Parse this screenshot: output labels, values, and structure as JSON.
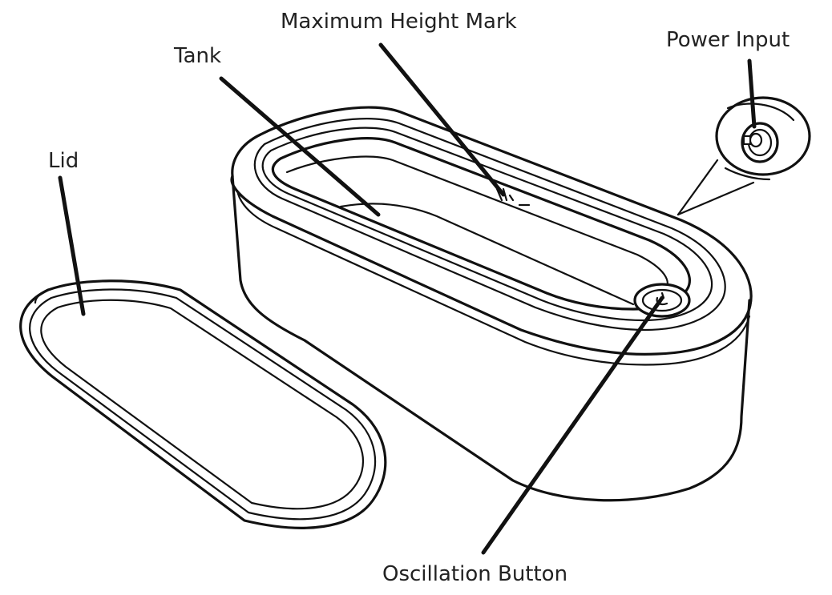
{
  "labels": {
    "maximum_height_mark": "Maximum Height Mark",
    "tank": "Tank",
    "power_input": "Power Input",
    "lid": "Lid",
    "oscillation_button": "Oscillation Button"
  },
  "colors": {
    "line": "#111111",
    "text": "#222222",
    "background": "#ffffff"
  }
}
